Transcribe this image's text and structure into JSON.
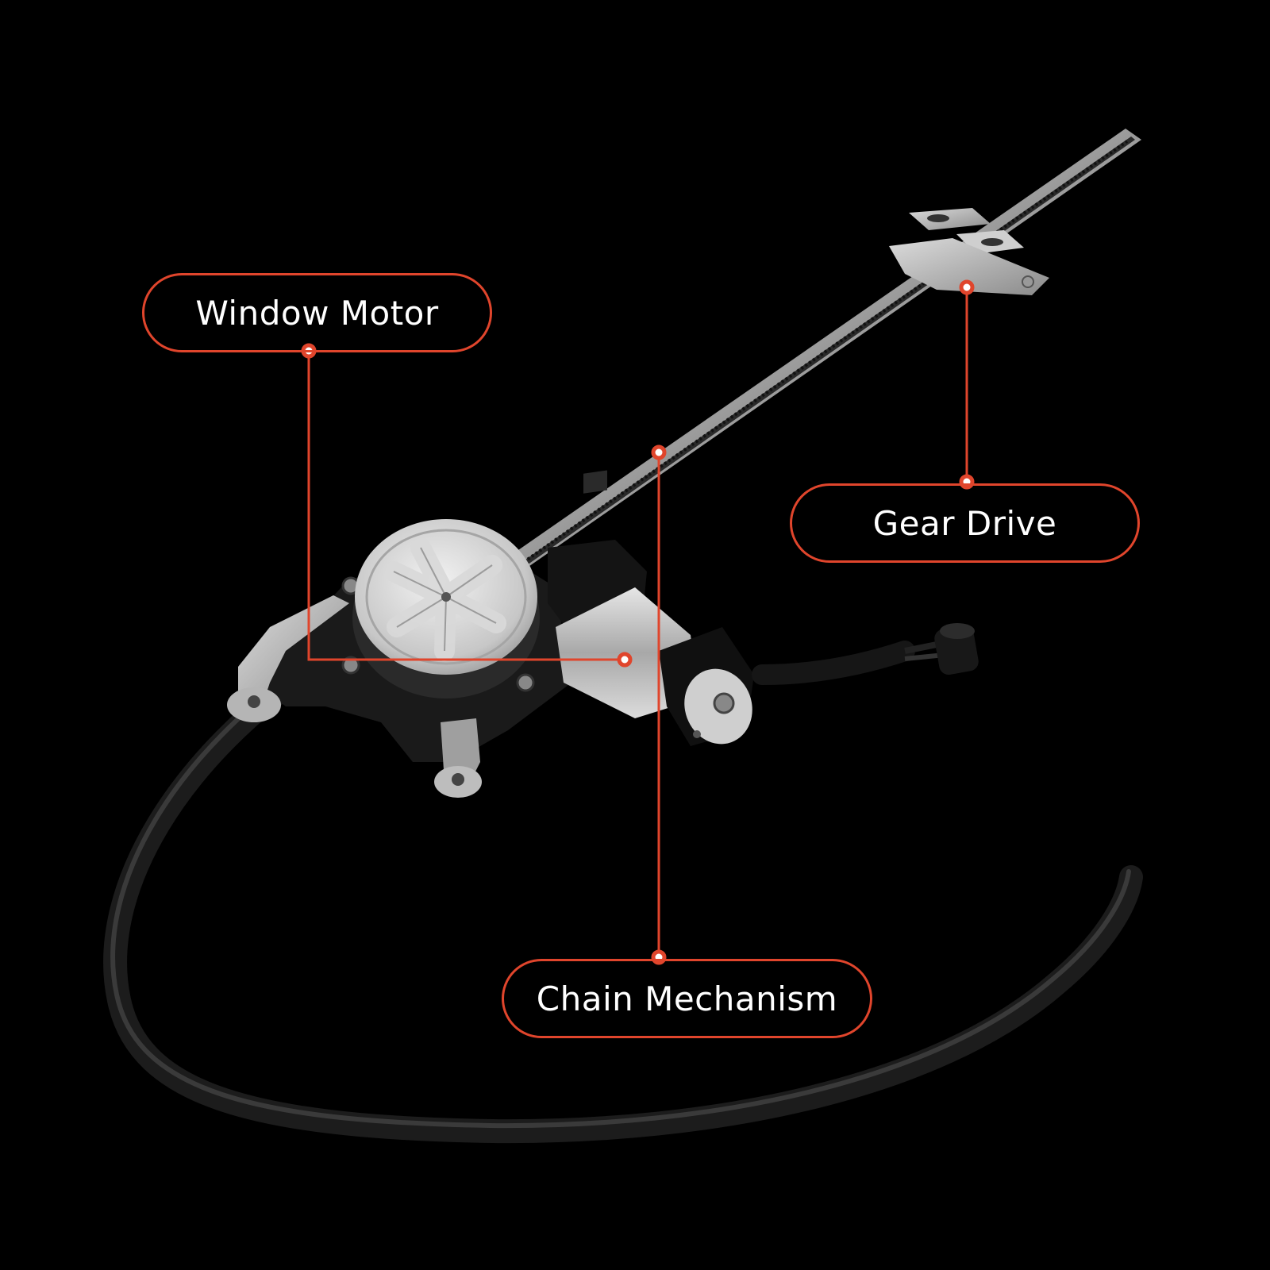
{
  "callouts": {
    "window_motor": "Window Motor",
    "gear_drive": "Gear Drive",
    "chain_mechanism": "Chain Mechanism"
  },
  "colors": {
    "background": "#000000",
    "accent": "#e0452c",
    "label_text": "#ffffff"
  },
  "product": "window-regulator-with-motor-image"
}
